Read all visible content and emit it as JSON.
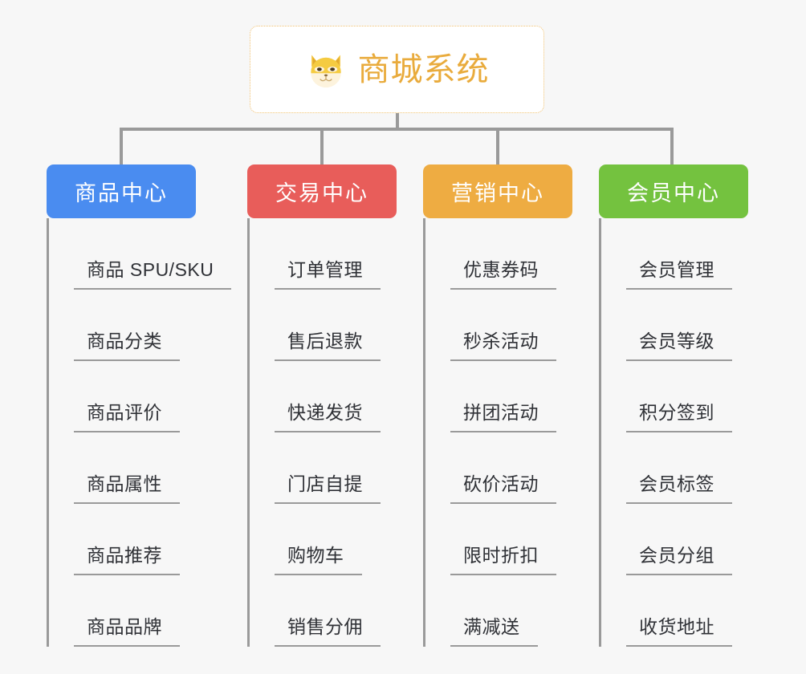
{
  "page": {
    "background_color": "#f7f7f7",
    "connector_color": "#9a9a9a"
  },
  "root": {
    "title": "商城系统",
    "icon": "shiba-dog-face-icon",
    "text_color": "#e9ab3c",
    "border_color": "#f0c070",
    "background_color": "#ffffff"
  },
  "columns": [
    {
      "id": "product-center",
      "header": "商品中心",
      "color": "#4a8cf0",
      "items": [
        "商品 SPU/SKU",
        "商品分类",
        "商品评价",
        "商品属性",
        "商品推荐",
        "商品品牌"
      ]
    },
    {
      "id": "trade-center",
      "header": "交易中心",
      "color": "#e85d5a",
      "items": [
        "订单管理",
        "售后退款",
        "快递发货",
        "门店自提",
        "购物车",
        "销售分佣"
      ]
    },
    {
      "id": "marketing-center",
      "header": "营销中心",
      "color": "#eeac42",
      "items": [
        "优惠券码",
        "秒杀活动",
        "拼团活动",
        "砍价活动",
        "限时折扣",
        "满减送"
      ]
    },
    {
      "id": "member-center",
      "header": "会员中心",
      "color": "#74c23f",
      "items": [
        "会员管理",
        "会员等级",
        "积分签到",
        "会员标签",
        "会员分组",
        "收货地址"
      ]
    }
  ]
}
